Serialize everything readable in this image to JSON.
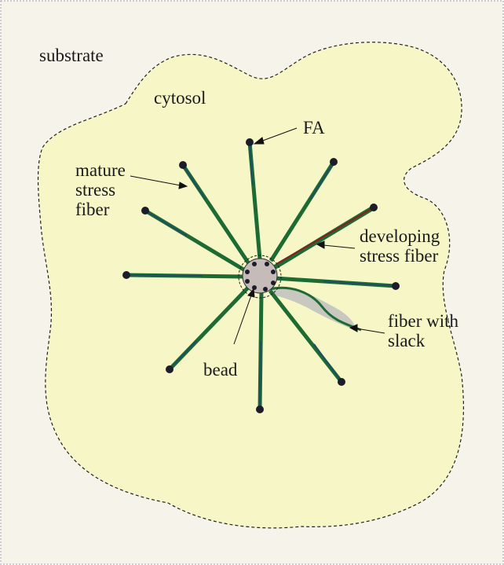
{
  "labels": {
    "substrate": "substrate",
    "cytosol": "cytosol",
    "fa": "FA",
    "mature": [
      "mature",
      "stress",
      "fiber"
    ],
    "developing": [
      "developing",
      "stress fiber"
    ],
    "slack": [
      "fiber with",
      "slack"
    ],
    "bead": "bead"
  },
  "colors": {
    "background": "#f6f4ea",
    "border": "#bdbdbd",
    "cytosol_fill": "#f6f6c7",
    "fiber_green": "#1d6b33",
    "fiber_core": "#1f4e63",
    "developing_red": "#8a1e1e",
    "focal_adhesion": "#1c1c2a",
    "bead_fill": "#c5bbb8",
    "slack_shadow": "#c8c8c0"
  }
}
